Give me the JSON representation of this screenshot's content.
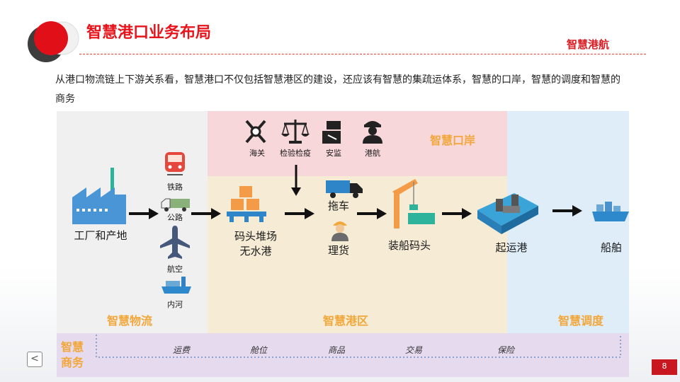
{
  "header": {
    "title": "智慧港口业务布局",
    "brand": "智慧港航"
  },
  "intro": "从港口物流链上下游关系看，智慧港口不仅包括智慧港区的建设，还应该有智慧的集疏运体系，智慧的口岸，智慧的调度和智慧的商务",
  "zones": {
    "logistics": "智慧物流",
    "port_area": "智慧港区",
    "port_entry": "智慧口岸",
    "dispatch": "智慧调度",
    "commerce": "智慧\n商务"
  },
  "colors": {
    "accent": "#e8141b",
    "zone_label": "#f2a73b",
    "port_entry_bg": "#f8d7db",
    "port_area_bg": "#f6ecd6",
    "dispatch_bg": "#deedf8",
    "commerce_bg": "#e6daef"
  },
  "nodes": {
    "factory": "工厂和产地",
    "yard": "码头堆场\n无水港",
    "tractor": "拖车",
    "tally": "理货",
    "loading": "装船码头",
    "departure": "起运港",
    "ship": "船舶"
  },
  "transport": [
    "铁路",
    "公路",
    "航空",
    "内河"
  ],
  "authorities": [
    "海关",
    "检验检疫",
    "安监",
    "港航"
  ],
  "commerce_items": [
    "运费",
    "舱位",
    "商品",
    "交易",
    "保险"
  ],
  "page_number": "8",
  "nav": {
    "prev": "<"
  }
}
